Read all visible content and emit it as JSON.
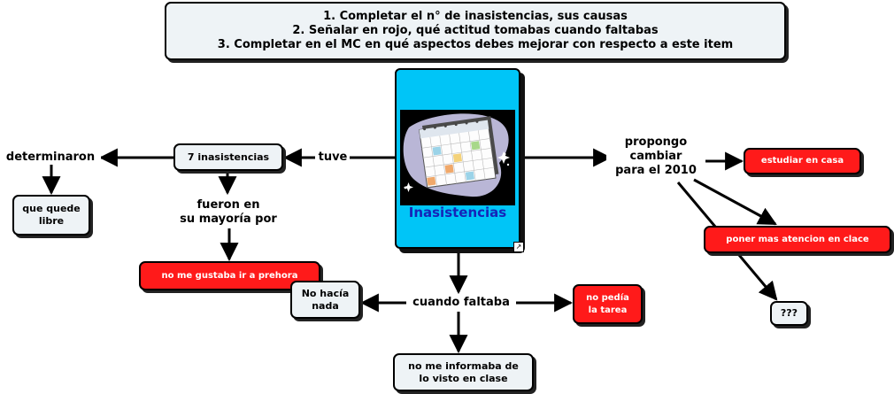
{
  "instructions": {
    "line1": "1. Completar el n° de inasistencias, sus causas",
    "line2": "2. Señalar en rojo, qué actitud tomabas cuando faltabas",
    "line3": "3. Completar en el MC en qué aspectos debes mejorar con respecto a este item"
  },
  "central": {
    "title": "Inasistencias",
    "image": "calendar-clipart-icon",
    "link_icon": "shortcut-arrow-icon"
  },
  "labels": {
    "tuve": "tuve",
    "determinaron": "determinaron",
    "fueron": "fueron en\nsu mayoría por",
    "cuando_faltaba": "cuando faltaba",
    "propongo": "propongo\ncambiar\npara el 2010"
  },
  "nodes": {
    "inasistencias_count": "7 inasistencias",
    "que_quede_libre": "que quede\nlibre",
    "prehora": "no me gustaba ir a prehora",
    "no_hacia_nada": "No hacía\nnada",
    "no_pedia_tarea": "no pedía\nla tarea",
    "no_me_informaba": "no me informaba de\nlo visto en clase",
    "estudiar_en_casa": "estudiar en casa",
    "poner_atencion": "poner mas atencion en clace",
    "question": "???"
  },
  "colors": {
    "highlight": "#ff1a1a",
    "node_bg": "#eef3f6",
    "central_bg": "#00c5f7",
    "central_title": "#1624b8"
  }
}
